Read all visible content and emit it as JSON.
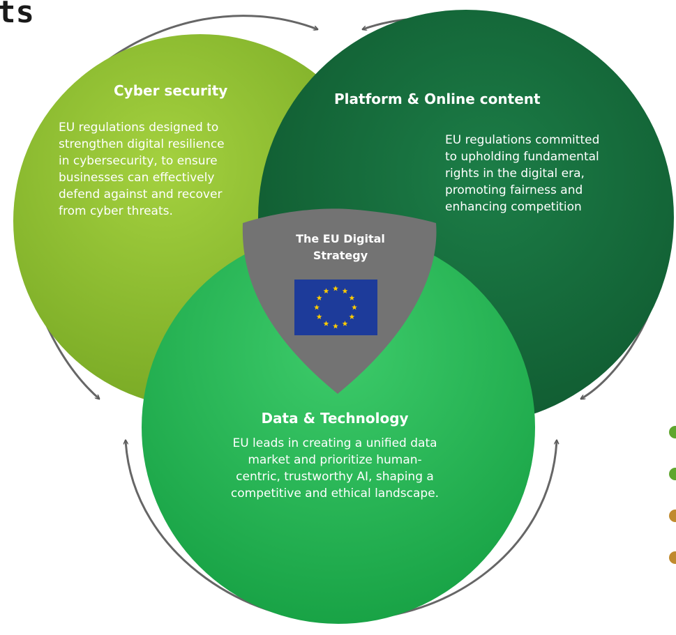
{
  "page": {
    "partial_title": "ts"
  },
  "colors": {
    "cyber": "#8DBF2B",
    "platform": "#13673A",
    "data": "#1FB24F",
    "strategy": "#737373",
    "eu_flag": "#1D3B9A",
    "eu_star": "#FFCC00",
    "arrow": "#555555"
  },
  "circles": {
    "cyber": {
      "title": "Cyber security",
      "body": "EU regulations designed to strengthen digital resilience in cybersecurity, to ensure businesses can effectively defend against and recover from cyber threats.",
      "lines": [
        "EU regulations designed to",
        "strengthen digital resilience",
        "in cybersecurity, to ensure",
        "businesses can effectively",
        "defend against and recover",
        "from cyber threats."
      ]
    },
    "platform": {
      "title": "Platform & Online content",
      "body": "EU regulations committed to upholding fundamental rights in the digital era, promoting fairness and enhancing competition",
      "lines": [
        "EU regulations committed",
        "to upholding fundamental",
        "rights in the digital era,",
        "promoting fairness and",
        "enhancing competition"
      ]
    },
    "data": {
      "title": "Data & Technology",
      "body": "EU leads in creating a unified data market and prioritize human-centric, trustworthy AI, shaping a competitive and ethical landscape.",
      "lines": [
        "EU leads in creating a unified data",
        "market and prioritize human-",
        "centric, trustworthy AI, shaping a",
        "competitive and ethical landscape."
      ]
    }
  },
  "center": {
    "title": "The EU Digital Strategy",
    "lines": [
      "The EU Digital",
      "Strategy"
    ],
    "icon": "eu-flag"
  },
  "side_bullets": {
    "colors": [
      "#5FA62E",
      "#5FA62E",
      "#C08A2E",
      "#C08A2E"
    ]
  }
}
